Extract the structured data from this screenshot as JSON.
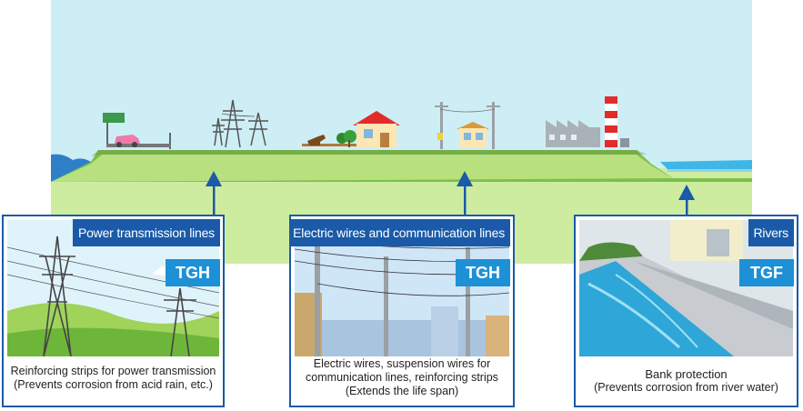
{
  "cards": {
    "power": {
      "tag": "Power transmission lines",
      "code": "TGH",
      "caption_line1": "Reinforcing strips for power transmission",
      "caption_line2": "(Prevents corrosion from acid rain, etc.)"
    },
    "wires": {
      "tag": "Electric wires and communication lines",
      "code": "TGH",
      "caption_line1": "Electric wires, suspension wires for",
      "caption_line2": "communication lines, reinforcing strips",
      "caption_line3": "(Extends the life span)"
    },
    "rivers": {
      "tag": "Rivers",
      "code": "TGF",
      "caption_line1": "Bank protection",
      "caption_line2": "(Prevents corrosion from river water)"
    }
  },
  "colors": {
    "sky": "#c8ecf4",
    "ground": "#c8ec98",
    "hill": "#8fd14f",
    "water": "#3fb7e6",
    "frame_blue": "#1a5aa8",
    "code_blue": "#1e90d6"
  }
}
